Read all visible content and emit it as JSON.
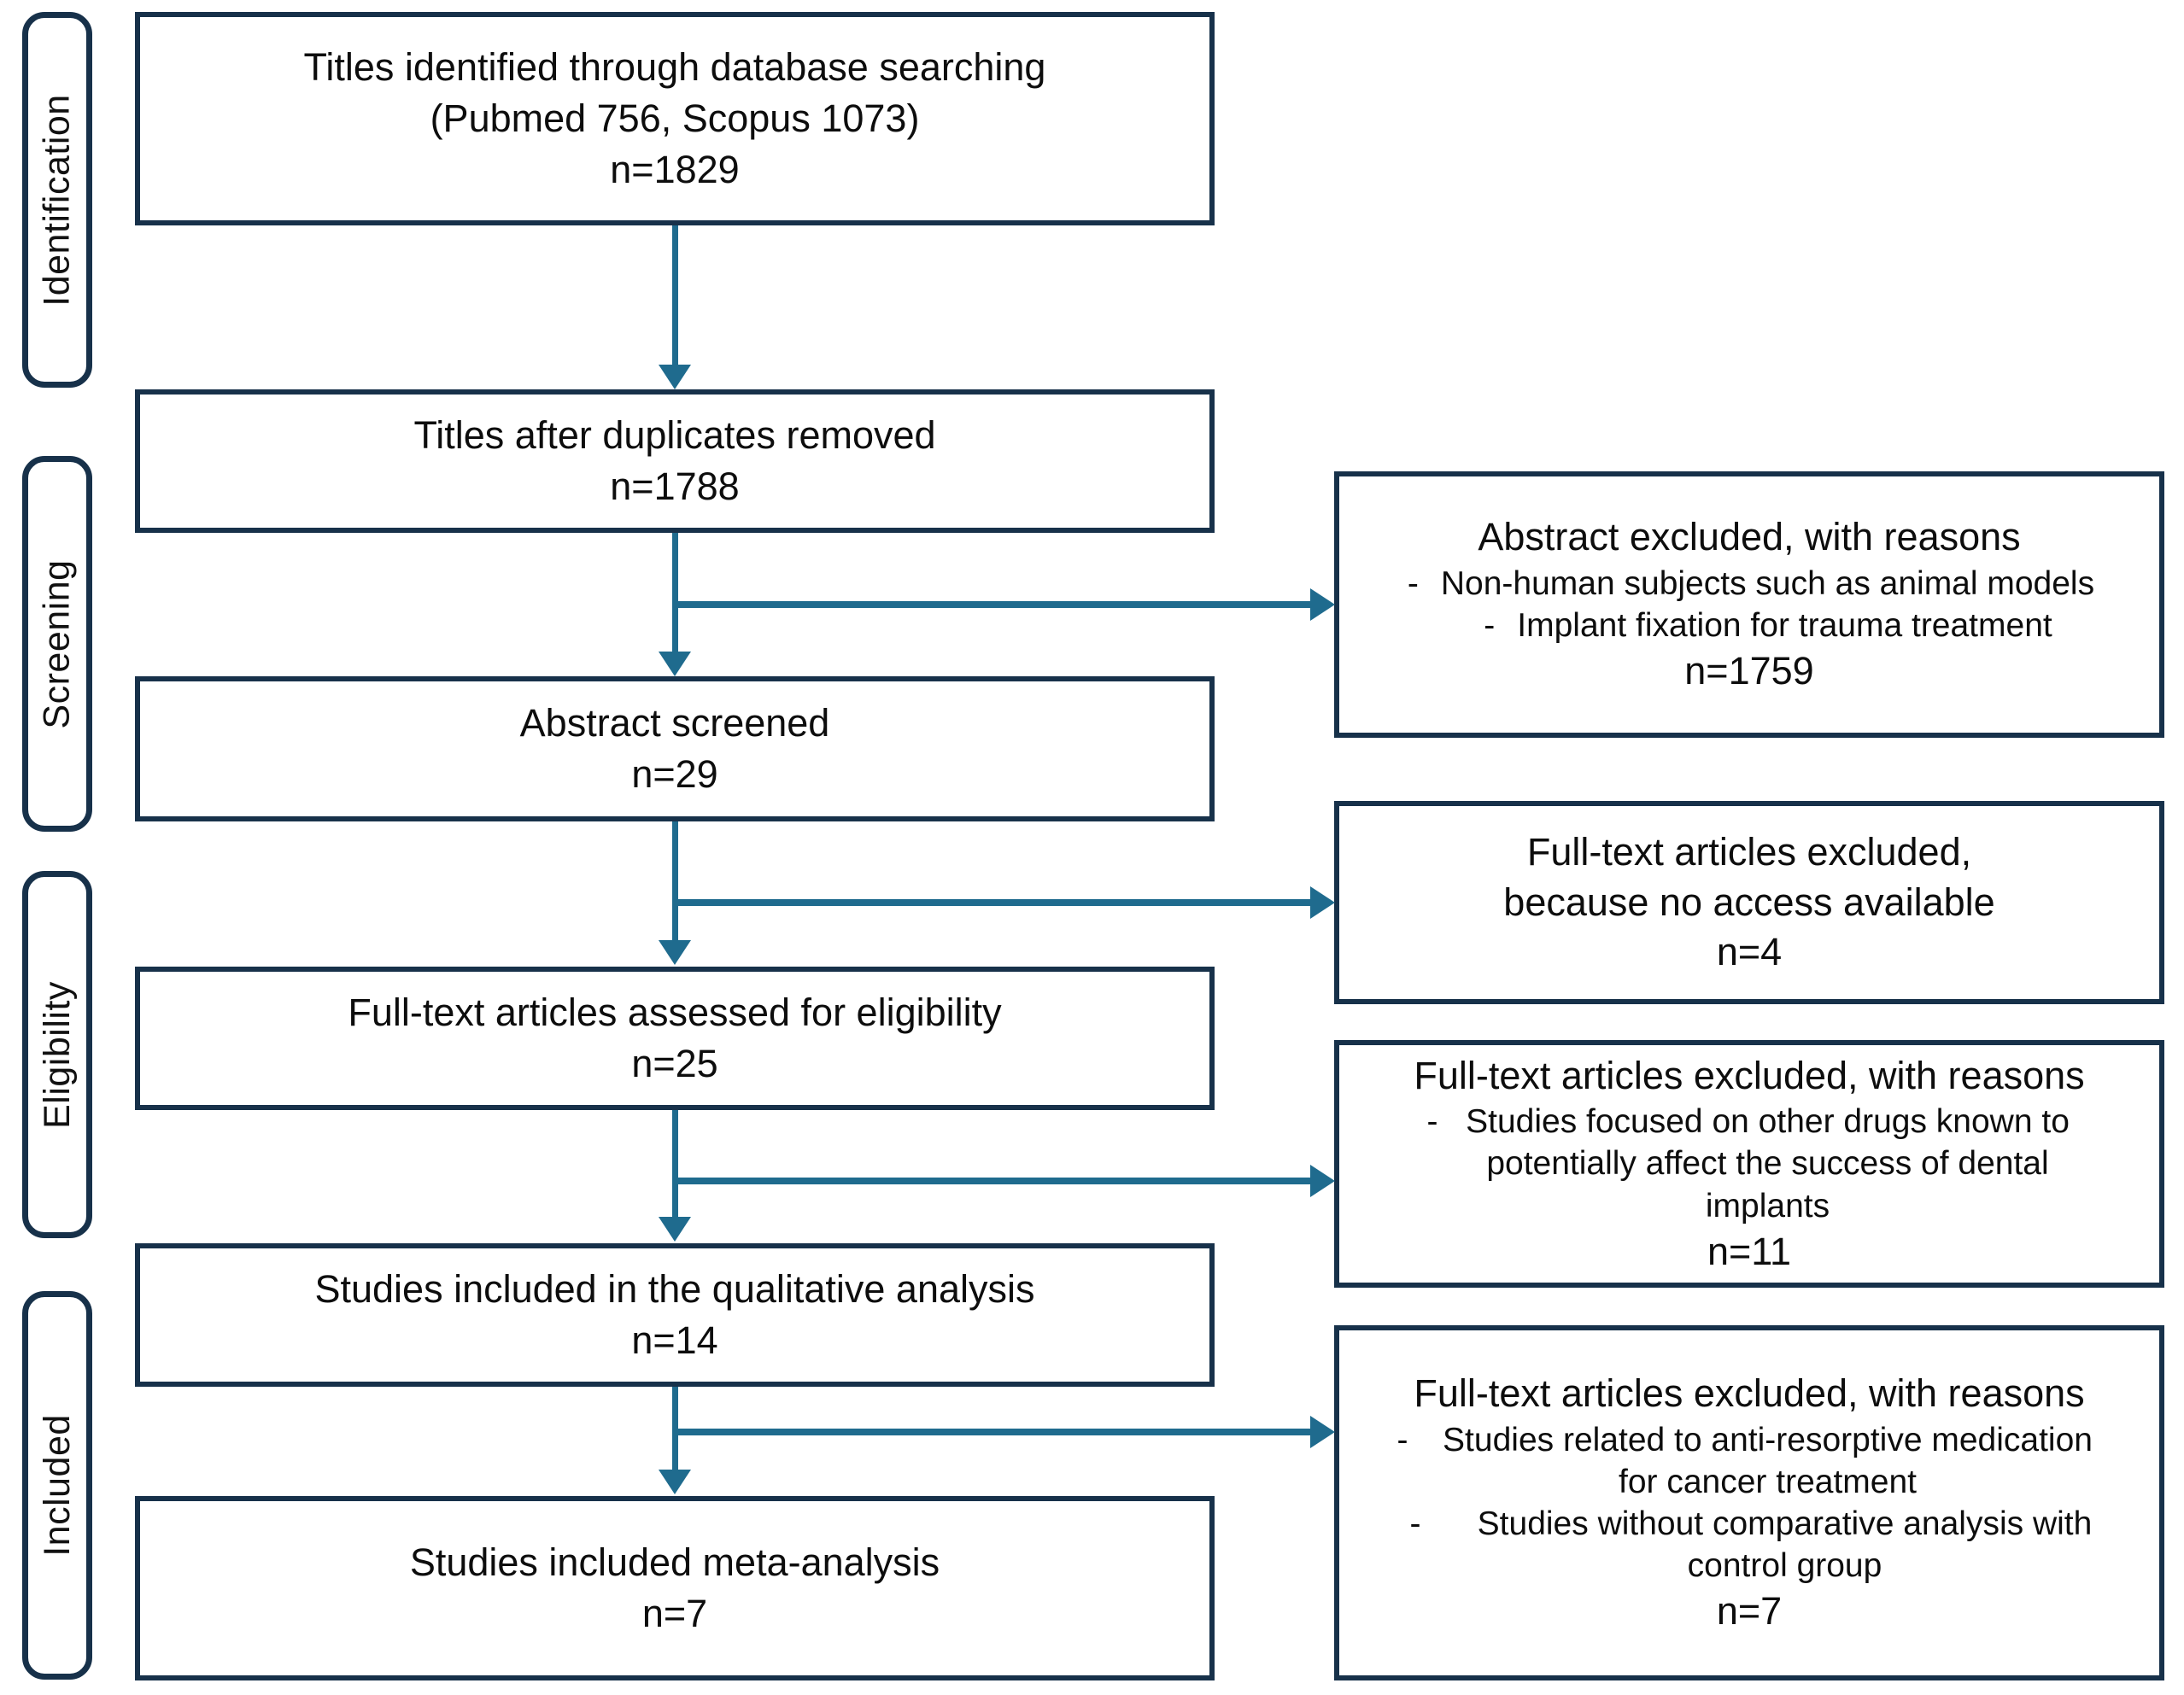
{
  "diagram": {
    "type": "prisma-flow-diagram",
    "accent_color": "#1f6b8e",
    "border_color": "#17314a",
    "background_color": "#ffffff"
  },
  "stages": [
    {
      "id": "identification",
      "label": "Identification"
    },
    {
      "id": "screening",
      "label": "Screening"
    },
    {
      "id": "eligibility",
      "label": "Eligibility"
    },
    {
      "id": "included",
      "label": "Included"
    }
  ],
  "flow_boxes": [
    {
      "id": "records-identified",
      "line1": "Titles identified through database searching",
      "line2": "(Pubmed 756, Scopus 1073)",
      "line3": "n=1829"
    },
    {
      "id": "duplicates-removed",
      "line1": "Titles after duplicates removed",
      "line2": "n=1788"
    },
    {
      "id": "abstract-screened",
      "line1": "Abstract screened",
      "line2": "n=29"
    },
    {
      "id": "full-text-assessed",
      "line1": "Full-text articles assessed for eligibility",
      "line2": "n=25"
    },
    {
      "id": "qualitative-analysis",
      "line1": "Studies included in the qualitative analysis",
      "line2": "n=14"
    },
    {
      "id": "meta-analysis",
      "line1": "Studies included meta-analysis",
      "line2": "n=7"
    }
  ],
  "exclusion_boxes": [
    {
      "id": "abstract-excluded",
      "heading": "Abstract excluded, with reasons",
      "reasons": [
        "Non-human subjects such as animal models",
        "Implant fixation for trauma treatment"
      ],
      "total": "n=1759"
    },
    {
      "id": "full-text-no-access",
      "heading_line1": "Full-text articles excluded,",
      "heading_line2": "because no access available",
      "total": "n=4"
    },
    {
      "id": "full-text-other-drugs",
      "heading": "Full-text articles excluded, with reasons",
      "reasons": [
        "Studies focused on other drugs known to potentially affect the success of dental implants"
      ],
      "total": "n=11"
    },
    {
      "id": "full-text-anti-resorptive",
      "heading": "Full-text articles excluded, with reasons",
      "reasons": [
        "Studies related to anti-resorptive medication for cancer treatment",
        "Studies without comparative analysis with control group"
      ],
      "total": "n=7"
    }
  ],
  "bullet": {
    "dash": "-"
  }
}
